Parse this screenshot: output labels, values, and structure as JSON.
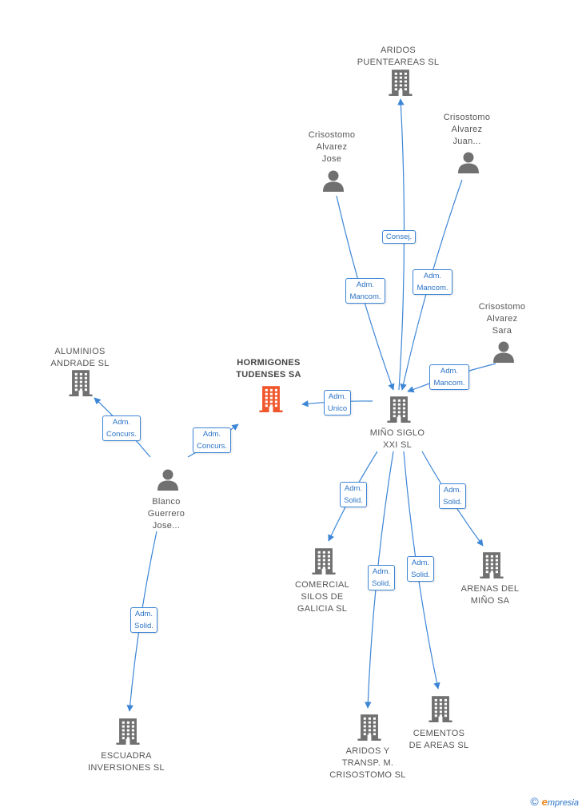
{
  "colors": {
    "edge": "#3d86d6",
    "company": "#707070",
    "focus_company": "#f0572c",
    "person": "#707070"
  },
  "nodes": [
    {
      "id": "aridos_puenteareas",
      "type": "company",
      "lines": [
        "ARIDOS",
        "PUENTEAREAS SL"
      ]
    },
    {
      "id": "crisostomo_juan",
      "type": "person",
      "lines": [
        "Crisostomo",
        "Alvarez",
        "Juan..."
      ]
    },
    {
      "id": "crisostomo_jose",
      "type": "person",
      "lines": [
        "Crisostomo",
        "Alvarez",
        "Jose"
      ]
    },
    {
      "id": "crisostomo_sara",
      "type": "person",
      "lines": [
        "Crisostomo",
        "Alvarez",
        "Sara"
      ]
    },
    {
      "id": "aluminios_andrade",
      "type": "company",
      "lines": [
        "ALUMINIOS",
        "ANDRADE SL"
      ]
    },
    {
      "id": "hormigones_tudenses",
      "type": "focus",
      "lines": [
        "HORMIGONES",
        "TUDENSES SA"
      ]
    },
    {
      "id": "mino_siglo",
      "type": "company",
      "lines": [
        "MIÑO SIGLO",
        "XXI SL"
      ]
    },
    {
      "id": "blanco_guerrero",
      "type": "person",
      "lines": [
        "Blanco",
        "Guerrero",
        "Jose..."
      ]
    },
    {
      "id": "comercial_silos",
      "type": "company",
      "lines": [
        "COMERCIAL",
        "SILOS DE",
        "GALICIA SL"
      ]
    },
    {
      "id": "arenas_mino",
      "type": "company",
      "lines": [
        "ARENAS DEL",
        "MIÑO SA"
      ]
    },
    {
      "id": "cementos_areas",
      "type": "company",
      "lines": [
        "CEMENTOS",
        "DE AREAS SL"
      ]
    },
    {
      "id": "aridos_transp",
      "type": "company",
      "lines": [
        "ARIDOS Y",
        "TRANSP. M.",
        "CRISOSTOMO SL"
      ]
    },
    {
      "id": "escuadra",
      "type": "company",
      "lines": [
        "ESCUADRA",
        "INVERSIONES SL"
      ]
    }
  ],
  "edges": [
    {
      "id": "e1",
      "from": "mino_siglo",
      "to": "aridos_puenteareas",
      "lines": [
        "Consej."
      ]
    },
    {
      "id": "e2",
      "from": "crisostomo_jose",
      "to": "mino_siglo",
      "lines": [
        "Adm.",
        "Mancom."
      ]
    },
    {
      "id": "e3",
      "from": "crisostomo_juan",
      "to": "mino_siglo",
      "lines": [
        "Adm.",
        "Mancom."
      ]
    },
    {
      "id": "e4",
      "from": "crisostomo_sara",
      "to": "mino_siglo",
      "lines": [
        "Adm.",
        "Mancom."
      ]
    },
    {
      "id": "e5",
      "from": "mino_siglo",
      "to": "hormigones_tudenses",
      "lines": [
        "Adm.",
        "Unico"
      ]
    },
    {
      "id": "e6",
      "from": "blanco_guerrero",
      "to": "aluminios_andrade",
      "lines": [
        "Adm.",
        "Concurs."
      ]
    },
    {
      "id": "e7",
      "from": "blanco_guerrero",
      "to": "hormigones_tudenses",
      "lines": [
        "Adm.",
        "Concurs."
      ]
    },
    {
      "id": "e8",
      "from": "mino_siglo",
      "to": "comercial_silos",
      "lines": [
        "Adm.",
        "Solid."
      ]
    },
    {
      "id": "e9",
      "from": "mino_siglo",
      "to": "arenas_mino",
      "lines": [
        "Adm.",
        "Solid."
      ]
    },
    {
      "id": "e10",
      "from": "mino_siglo",
      "to": "cementos_areas",
      "lines": [
        "Adm.",
        "Solid."
      ]
    },
    {
      "id": "e11",
      "from": "mino_siglo",
      "to": "aridos_transp",
      "lines": [
        "Adm.",
        "Solid."
      ]
    },
    {
      "id": "e12",
      "from": "blanco_guerrero",
      "to": "escuadra",
      "lines": [
        "Adm.",
        "Solid."
      ]
    }
  ],
  "footer": {
    "copyright": "©",
    "brand_initial": "e",
    "brand_rest": "mpresia"
  }
}
